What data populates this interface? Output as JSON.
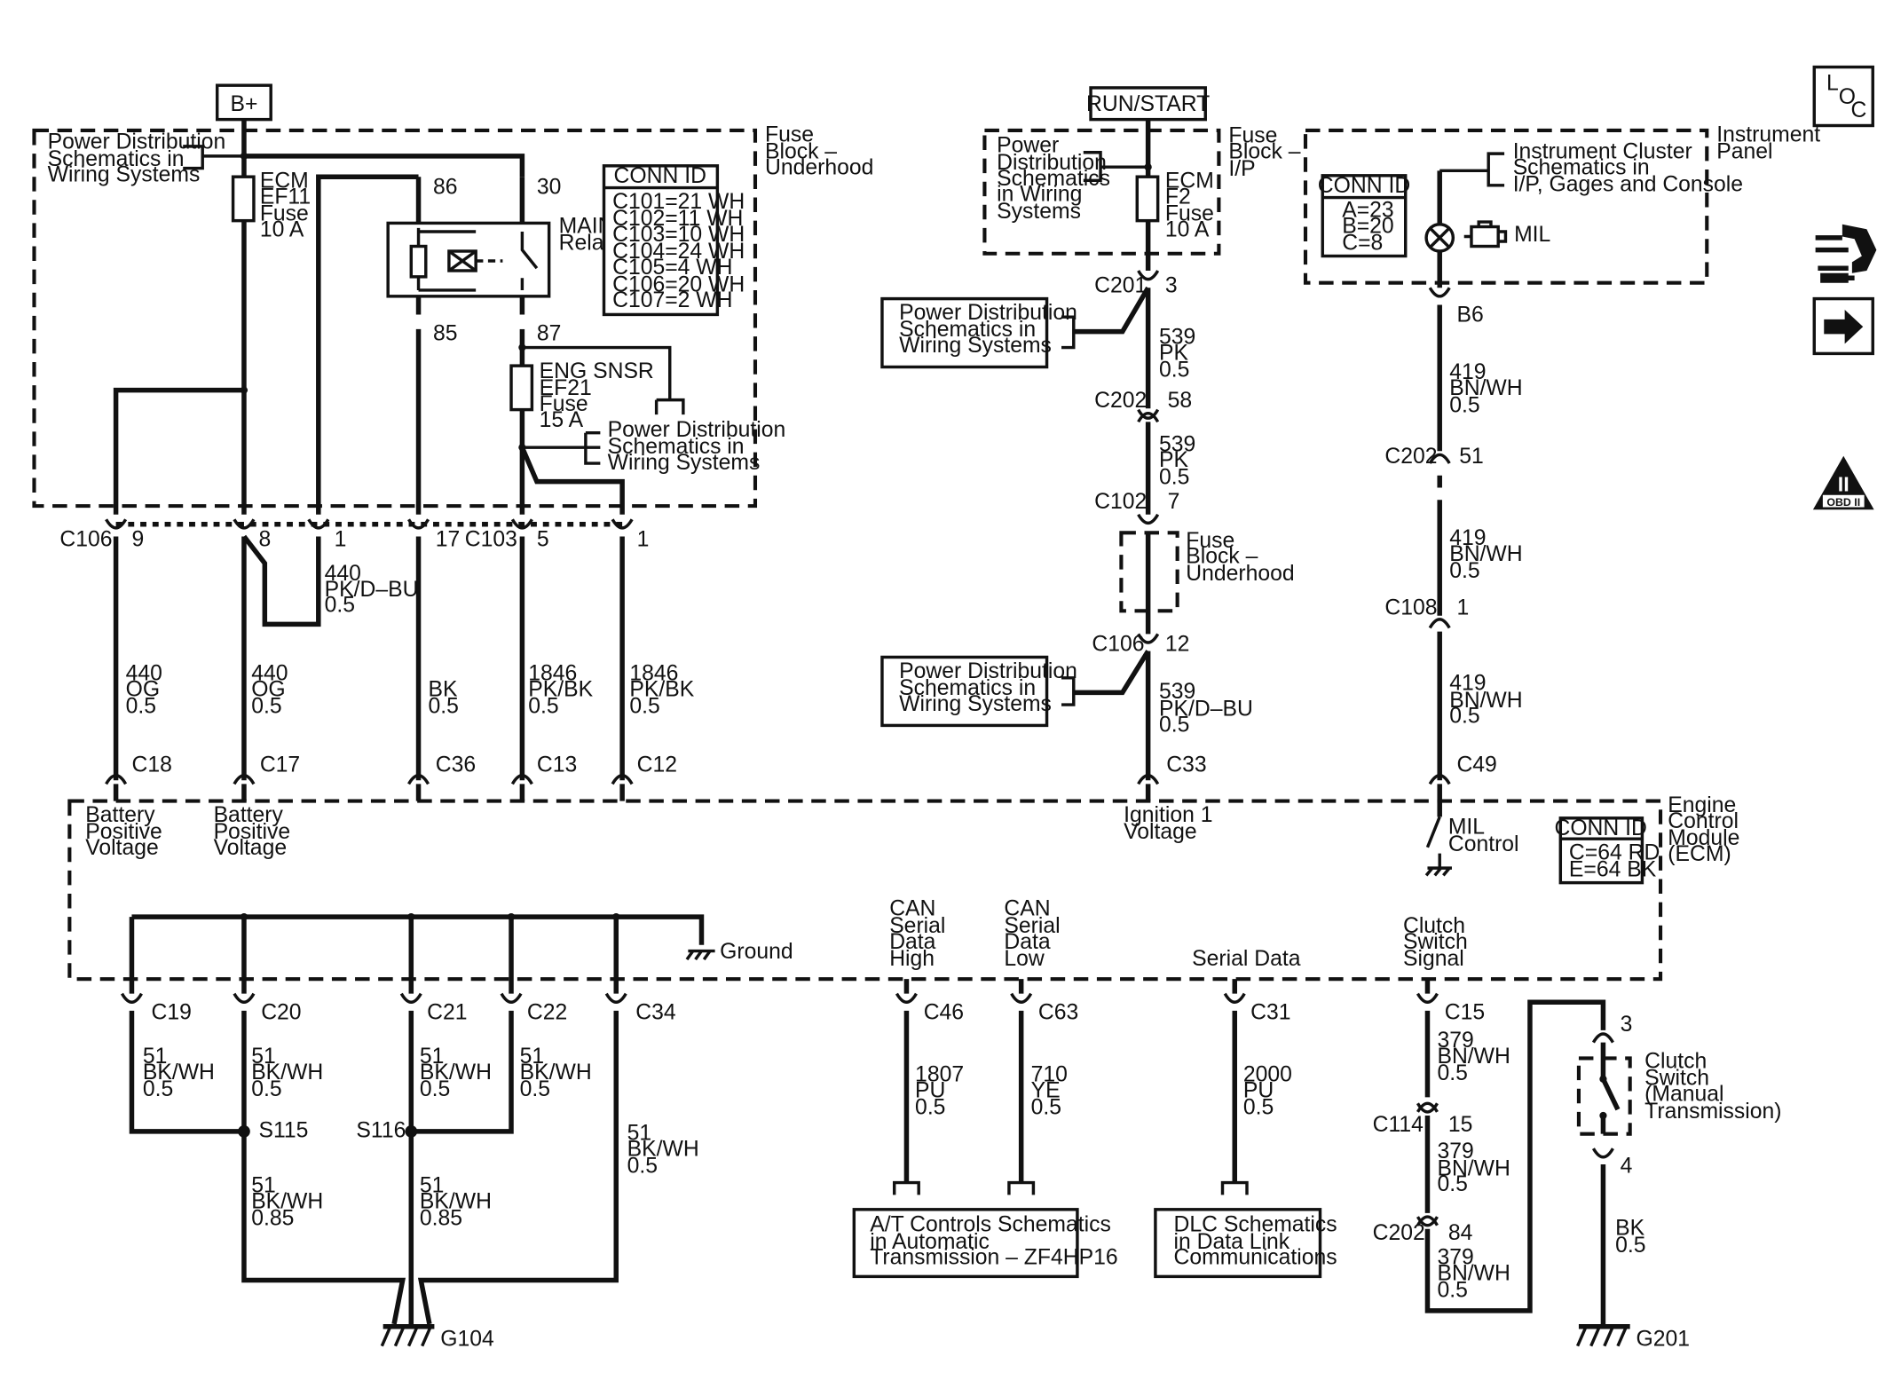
{
  "sources": {
    "b_plus": "B+",
    "run_start": "RUN/START"
  },
  "nav": {
    "loc_l": "L",
    "loc_o": "O",
    "loc_c": "C",
    "obd": "II",
    "obd_sub": "OBD II"
  },
  "text": {
    "pd_1": "Power Distribution",
    "pd_2": "Schematics in",
    "pd_3": "Wiring Systems",
    "fb_uh_1": "Fuse",
    "fb_uh_2": "Block –",
    "fb_uh_3": "Underhood",
    "ecm_ef11_1": "ECM",
    "ecm_ef11_2": "EF11",
    "ecm_ef11_3": "Fuse",
    "ecm_ef11_4": "10 A",
    "relay_86": "86",
    "relay_30": "30",
    "relay_85": "85",
    "relay_87": "87",
    "main_relay_1": "MAIN",
    "main_relay_2": "Relay",
    "conn_id_1_title": "CONN ID",
    "conn_id_1": [
      "C101=21 WH",
      "C102=11 WH",
      "C103=10 WH",
      "C104=24 WH",
      "C105=4 WH",
      "C106=20 WH",
      "C107=2 WH"
    ],
    "eng_1": "ENG SNSR",
    "eng_2": "EF21",
    "eng_3": "Fuse",
    "eng_4": "15 A",
    "pd2_1": "Power Distribution",
    "pd2_2": "Schematics in",
    "pd2_3": "Wiring Systems",
    "c106": "C106",
    "p9": "9",
    "p8": "8",
    "p1a": "1",
    "p17": "17",
    "c103": "C103",
    "p5": "5",
    "p1b": "1",
    "w440pk_1": "440",
    "w440pk_2": "PK/D–BU",
    "w440pk_3": "0.5",
    "w440og1_1": "440",
    "w440og1_2": "OG",
    "w440og1_3": "0.5",
    "w440og2_1": "440",
    "w440og2_2": "OG",
    "w440og2_3": "0.5",
    "wbk_1": "BK",
    "wbk_2": "0.5",
    "w1846a_1": "1846",
    "w1846a_2": "PK/BK",
    "w1846a_3": "0.5",
    "w1846b_1": "1846",
    "w1846b_2": "PK/BK",
    "w1846b_3": "0.5",
    "c18": "C18",
    "c17": "C17",
    "c36": "C36",
    "c13": "C13",
    "c12": "C12",
    "bpv1_1": "Battery",
    "bpv1_2": "Positive",
    "bpv1_3": "Voltage",
    "bpv2_1": "Battery",
    "bpv2_2": "Positive",
    "bpv2_3": "Voltage",
    "pd3_1": "Power",
    "pd3_2": "Distribution",
    "pd3_3": "Schematics",
    "pd3_4": "in Wiring",
    "pd3_5": "Systems",
    "fb_ip_1": "Fuse",
    "fb_ip_2": "Block –",
    "fb_ip_3": "I/P",
    "ecm_f2_1": "ECM",
    "ecm_f2_2": "F2",
    "ecm_f2_3": "Fuse",
    "ecm_f2_4": "10 A",
    "c201": "C201",
    "p3": "3",
    "pd4_1": "Power Distribution",
    "pd4_2": "Schematics in",
    "pd4_3": "Wiring Systems",
    "w539a_1": "539",
    "w539a_2": "PK",
    "w539a_3": "0.5",
    "c202a": "C202",
    "p58": "58",
    "w539b_1": "539",
    "w539b_2": "PK",
    "w539b_3": "0.5",
    "c102": "C102",
    "p7": "7",
    "fb_uh2_1": "Fuse",
    "fb_uh2_2": "Block –",
    "fb_uh2_3": "Underhood",
    "c106b": "C106",
    "p12": "12",
    "pd5_1": "Power Distribution",
    "pd5_2": "Schematics in",
    "pd5_3": "Wiring Systems",
    "w539c_1": "539",
    "w539c_2": "PK/D–BU",
    "w539c_3": "0.5",
    "c33": "C33",
    "ign_1": "Ignition 1",
    "ign_2": "Voltage",
    "ip_1": "Instrument",
    "ip_2": "Panel",
    "ic_1": "Instrument Cluster",
    "ic_2": "Schematics in",
    "ic_3": "I/P, Gages and Console",
    "conn_id_2_title": "CONN ID",
    "conn_id_2": [
      "A=23",
      "B=20",
      "C=8"
    ],
    "mil": "MIL",
    "b6": "B6",
    "w419a_1": "419",
    "w419a_2": "BN/WH",
    "w419a_3": "0.5",
    "c202b": "C202",
    "p51": "51",
    "w419b_1": "419",
    "w419b_2": "BN/WH",
    "w419b_3": "0.5",
    "c108": "C108",
    "p1c": "1",
    "w419c_1": "419",
    "w419c_2": "BN/WH",
    "w419c_3": "0.5",
    "c49": "C49",
    "mil_ctrl_1": "MIL",
    "mil_ctrl_2": "Control",
    "ecm_1": "Engine",
    "ecm_2": "Control",
    "ecm_3": "Module",
    "ecm_4": "(ECM)",
    "conn_id_3_title": "CONN ID",
    "conn_id_3": [
      "C=64 RD",
      "E=64 BK"
    ],
    "ground": "Ground",
    "can_h_1": "CAN",
    "can_h_2": "Serial",
    "can_h_3": "Data",
    "can_h_4": "High",
    "can_l_1": "CAN",
    "can_l_2": "Serial",
    "can_l_3": "Data",
    "can_l_4": "Low",
    "serial_data": "Serial Data",
    "clutch_sig_1": "Clutch",
    "clutch_sig_2": "Switch",
    "clutch_sig_3": "Signal",
    "c19": "C19",
    "c20": "C20",
    "c21": "C21",
    "c22": "C22",
    "c34": "C34",
    "c46": "C46",
    "c63": "C63",
    "c31": "C31",
    "c15": "C15",
    "g19_1": "51",
    "g19_2": "BK/WH",
    "g19_3": "0.5",
    "g20_1": "51",
    "g20_2": "BK/WH",
    "g20_3": "0.5",
    "g21_1": "51",
    "g21_2": "BK/WH",
    "g21_3": "0.5",
    "g22_1": "51",
    "g22_2": "BK/WH",
    "g22_3": "0.5",
    "g34_1": "51",
    "g34_2": "BK/WH",
    "g34_3": "0.5",
    "s115": "S115",
    "s116": "S116",
    "g115_1": "51",
    "g115_2": "BK/WH",
    "g115_3": "0.85",
    "g116_1": "51",
    "g116_2": "BK/WH",
    "g116_3": "0.85",
    "g104": "G104",
    "w1807_1": "1807",
    "w1807_2": "PU",
    "w1807_3": "0.5",
    "w710_1": "710",
    "w710_2": "YE",
    "w710_3": "0.5",
    "w2000_1": "2000",
    "w2000_2": "PU",
    "w2000_3": "0.5",
    "at_1": "A/T Controls Schematics",
    "at_2": "in Automatic",
    "at_3": "Transmission – ZF4HP16",
    "dlc_1": "DLC Schematics",
    "dlc_2": "in Data Link",
    "dlc_3": "Communications",
    "w379a_1": "379",
    "w379a_2": "BN/WH",
    "w379a_3": "0.5",
    "c114": "C114",
    "p15": "15",
    "w379b_1": "379",
    "w379b_2": "BN/WH",
    "w379b_3": "0.5",
    "c202c": "C202",
    "p84": "84",
    "w379c_1": "379",
    "w379c_2": "BN/WH",
    "w379c_3": "0.5",
    "sw_3": "3",
    "sw_4": "4",
    "cs_1": "Clutch",
    "cs_2": "Switch",
    "cs_3": "(Manual",
    "cs_4": "Transmission)",
    "wbk2_1": "BK",
    "wbk2_2": "0.5",
    "g201": "G201"
  }
}
